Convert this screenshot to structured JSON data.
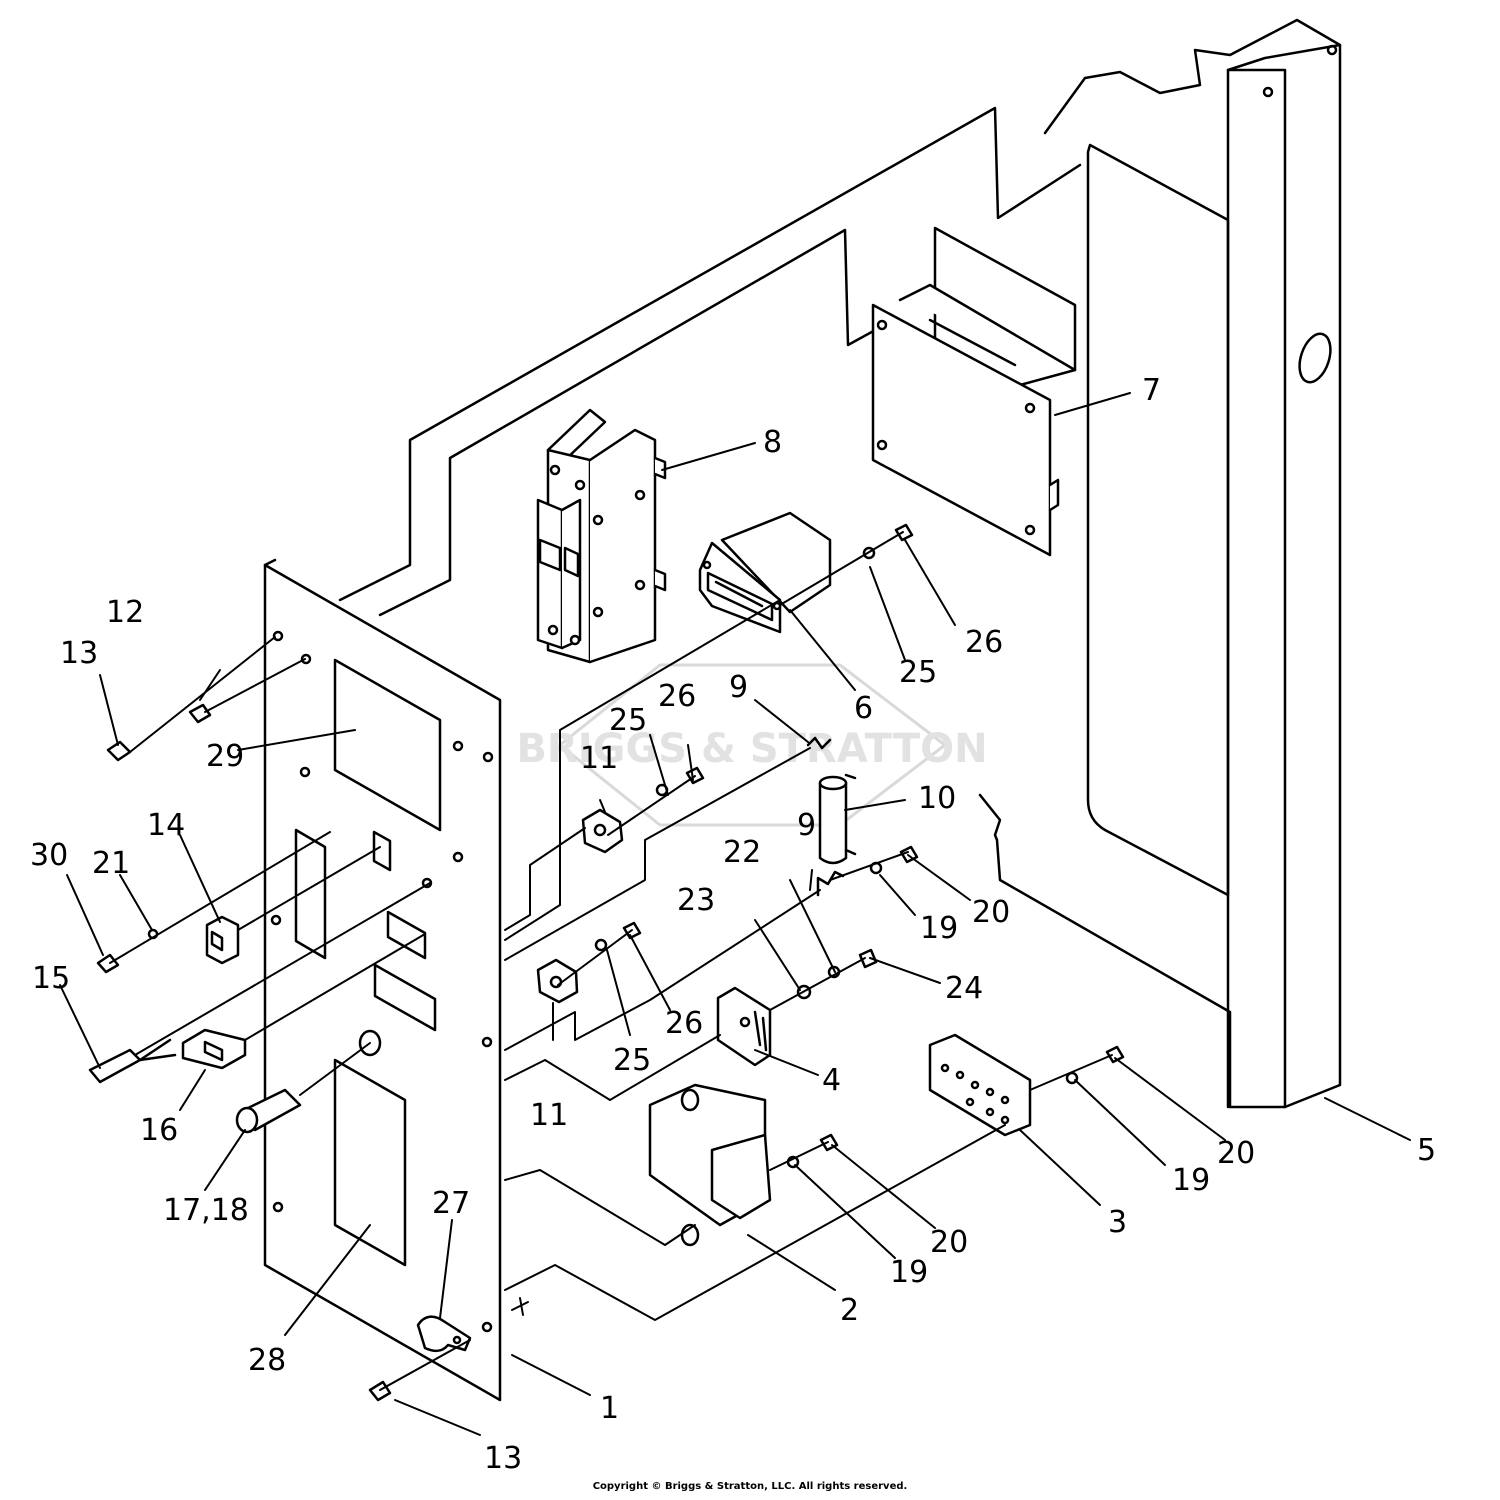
{
  "diagram": {
    "watermark": "BRIGGS & STRATTON",
    "callouts": [
      "1",
      "2",
      "3",
      "4",
      "5",
      "6",
      "7",
      "8",
      "9",
      "9",
      "10",
      "11",
      "11",
      "12",
      "13",
      "13",
      "14",
      "15",
      "16",
      "17,18",
      "19",
      "19",
      "19",
      "20",
      "20",
      "20",
      "21",
      "22",
      "23",
      "24",
      "25",
      "25",
      "25",
      "26",
      "26",
      "26",
      "27",
      "28",
      "29",
      "30"
    ],
    "copyright": "Copyright © Briggs & Stratton, LLC. All rights reserved."
  }
}
